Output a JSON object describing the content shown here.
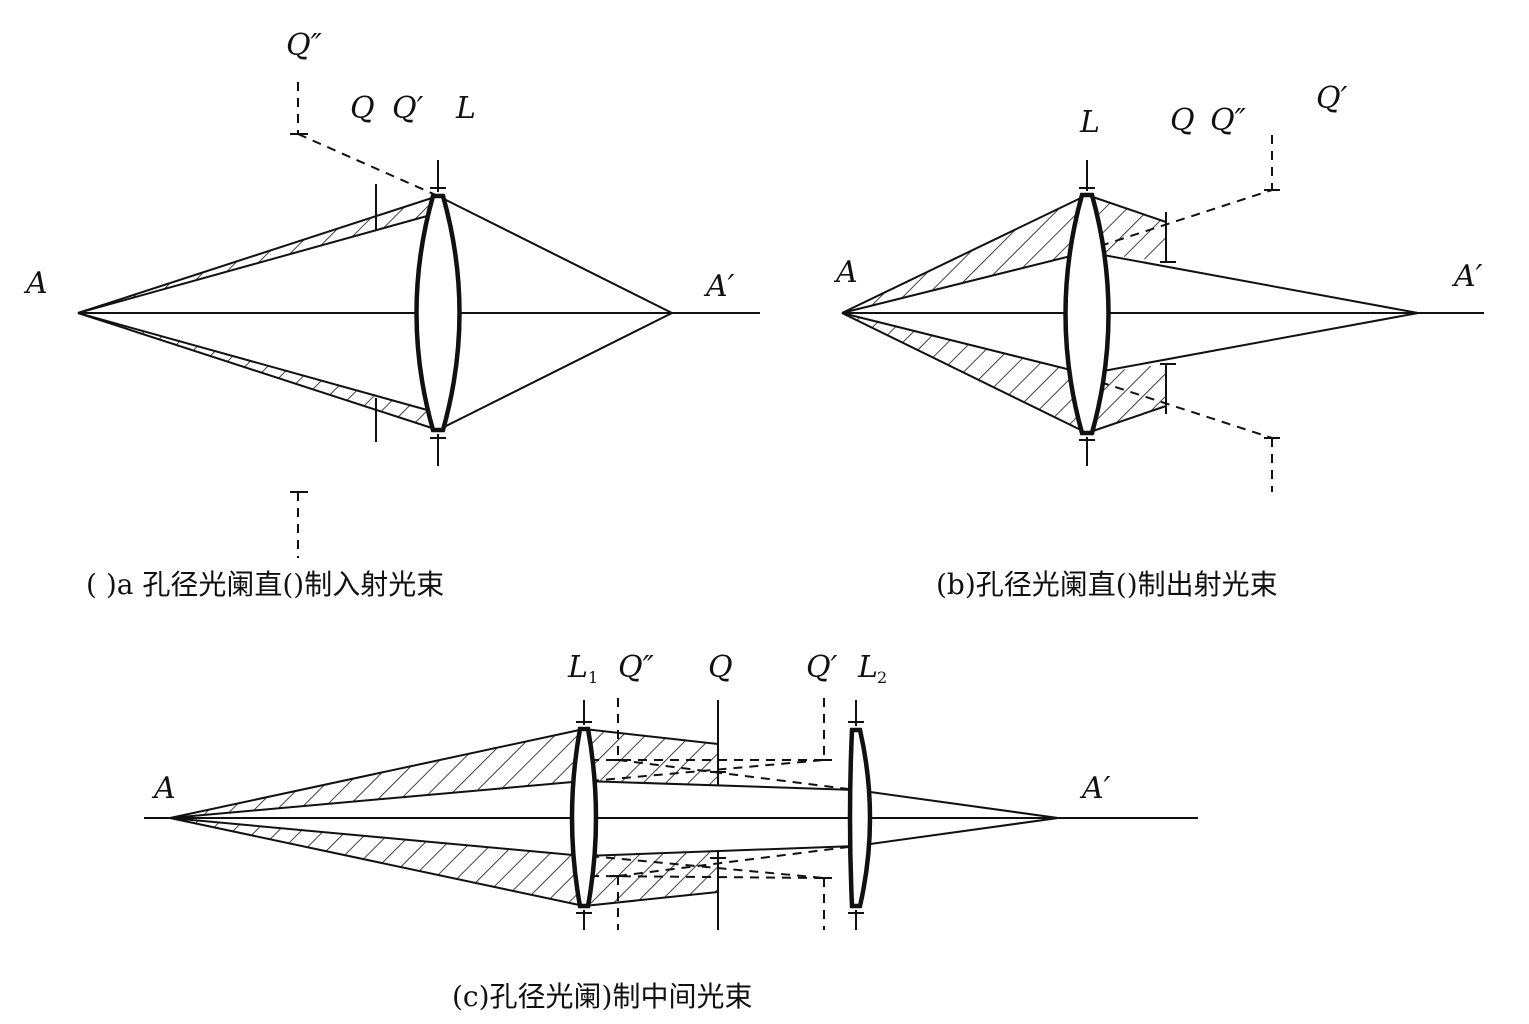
{
  "panel_a": {
    "labels": {
      "Q2": "Q″",
      "Q": "Q",
      "Q1": "Q′",
      "L": "L",
      "A": "A",
      "A1": "A′"
    },
    "caption": "( )a 孔径光阑直()制入射光束"
  },
  "panel_b": {
    "labels": {
      "L": "L",
      "Q": "Q",
      "Q2": "Q″",
      "Q1": "Q′",
      "A": "A",
      "A1": "A′"
    },
    "caption": "(b)孔径光阑直()制出射光束"
  },
  "panel_c": {
    "labels": {
      "L1": "L",
      "L1_sub": "1",
      "Q2": "Q″",
      "Q": "Q",
      "Q1": "Q′",
      "L2": "L",
      "L2_sub": "2",
      "A": "A",
      "A1": "A′"
    },
    "caption": "(c)孔径光阑)制中间光束"
  },
  "colors": {
    "ink": "#111111",
    "background": "#ffffff"
  }
}
